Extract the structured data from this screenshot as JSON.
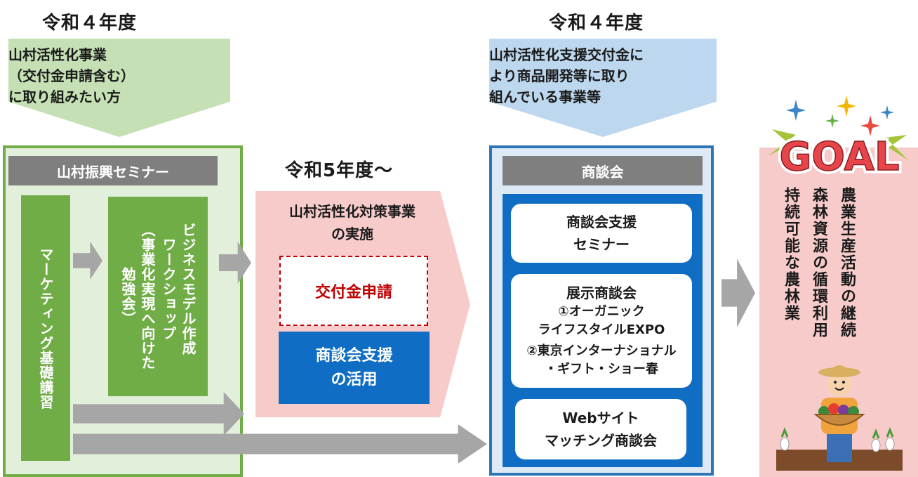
{
  "left": {
    "year": "令和４年度",
    "target_text": "山村活性化事業\n（交付金申請含む）\nに取り組みたい方",
    "seminar_header": "山村振興セミナー",
    "course_label": "マーケティング基礎講習",
    "workshop_title": "ビジネスモデル作成\nワークショップ",
    "workshop_sub": "（事業化実現へ向けた\n勉強会）"
  },
  "middle": {
    "year": "令和5年度～",
    "title": "山村活性化対策事業\nの実施",
    "grant_application": "交付金申請",
    "support_use": "商談会支援\nの活用"
  },
  "right": {
    "year": "令和４年度",
    "target_text": "山村活性化支援交付金に\nより商品開発等に取り\n組んでいる事業等",
    "header": "商談会",
    "card1": "商談会支援\nセミナー",
    "card2_title": "展示商談会",
    "card2_item1": "①オーガニック\nライフスタイルEXPO",
    "card2_item2": "②東京インターナショナル\n・ギフト・ショー春",
    "card3": "Webサイト\nマッチング商談会"
  },
  "goal": {
    "logo_text": "GOAL",
    "line1": "農業生産活動の継続",
    "line2": "森林資源の循環利用",
    "line3": "持続可能な農林業"
  },
  "colors": {
    "green": "#70ad47",
    "light_green": "#c5e0b4",
    "light_blue": "#bdd7ee",
    "blue": "#0f6ec3",
    "pink": "#f8cbcb",
    "red": "#c00000",
    "gray": "#7f7f7f"
  }
}
